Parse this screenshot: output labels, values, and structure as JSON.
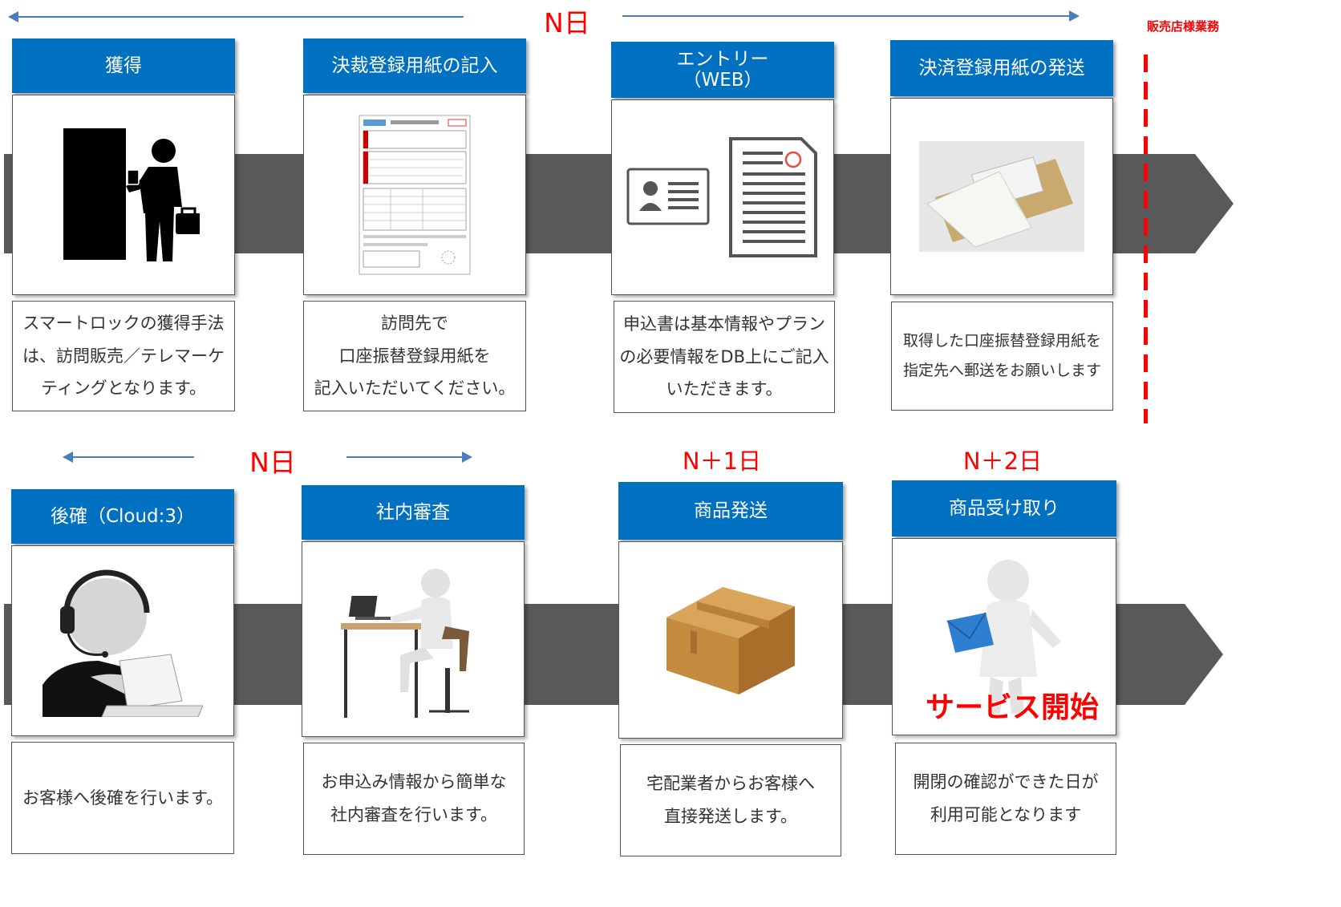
{
  "title_right": "販売店様業務",
  "row1": {
    "day_label": "N日",
    "steps": [
      {
        "header": "獲得",
        "desc": "スマートロックの獲得手法は、訪問販売／テレマーケティングとなります。"
      },
      {
        "header": "決裁登録用紙の記入",
        "desc": "訪問先で\n口座振替登録用紙を\n記入いただいてください。"
      },
      {
        "header": "エントリー\n（WEB）",
        "desc": "申込書は基本情報やプランの必要情報をDB上にご記入いただきます。"
      },
      {
        "header": "決済登録用紙の発送",
        "desc": "取得した口座振替登録用紙を\n指定先へ郵送をお願いします"
      }
    ]
  },
  "row2": {
    "day_labels": [
      "N日",
      "N＋1日",
      "N＋2日"
    ],
    "steps": [
      {
        "header": "後確（Cloud:3）",
        "desc": "お客様へ後確を行います。"
      },
      {
        "header": "社内審査",
        "desc": "お申込み情報から簡単な\n社内審査を行います。"
      },
      {
        "header": "商品発送",
        "desc": "宅配業者からお客様へ\n直接発送します。"
      },
      {
        "header": "商品受け取り",
        "desc": "開閉の確認ができた日が\n利用可能となります",
        "overlay": "サービス開始"
      }
    ]
  },
  "colors": {
    "header_blue": "#0070c0",
    "accent_red": "#ff0000",
    "band_gray": "#595959",
    "arrow_blue": "#4a7ebb"
  },
  "icons": [
    "person-at-door-icon",
    "application-form-icon",
    "id-card-document-icon",
    "envelope-mail-icon",
    "headset-operator-icon",
    "person-at-desk-icon",
    "cardboard-box-icon",
    "person-with-envelope-icon"
  ]
}
